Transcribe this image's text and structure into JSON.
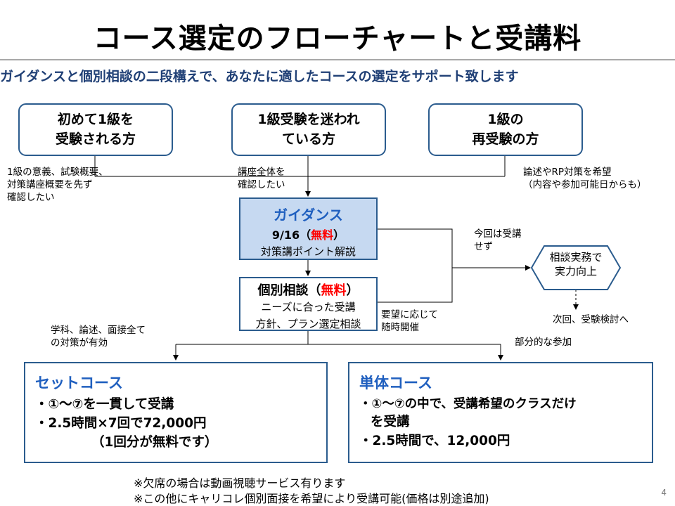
{
  "title": "コース選定のフローチャートと受講料",
  "subtitle": "ガイダンスと個別相談の二段構えで、あなたに適したコースの選定をサポート致します",
  "top_boxes": [
    {
      "line1": "初めて1級を",
      "line2": "受験される方"
    },
    {
      "line1": "1級受験を迷われ",
      "line2": "ている方"
    },
    {
      "line1": "1級の",
      "line2": "再受験の方"
    }
  ],
  "notes": {
    "left": [
      "1級の意義、試験概要、",
      "対策講座概要を先ず",
      "確認したい"
    ],
    "center": [
      "講座全体を",
      "確認したい"
    ],
    "right": [
      "論述やRP対策を希望",
      "（内容や参加可能日からも）"
    ],
    "skip": [
      "今回は受講",
      "せず"
    ],
    "request": [
      "要望に応じて",
      "随時開催"
    ],
    "all_subjects": [
      "学科、論述、面接全て",
      "の対策が有効"
    ],
    "partial": "部分的な参加",
    "next_time": "次回、受験検討へ"
  },
  "guidance": {
    "title": "ガイダンス",
    "date": "9/16",
    "open_paren": "（",
    "free": "無料",
    "close_paren": "）",
    "desc": "対策講ポイント解説"
  },
  "consult": {
    "title": "個別相談",
    "open_paren": "（",
    "free": "無料",
    "close_paren": "）",
    "desc1": "ニーズに合った受講",
    "desc2": "方針、プラン選定相談"
  },
  "practice": {
    "line1": "相談実務で",
    "line2": "実力向上"
  },
  "set_course": {
    "title": "セットコース",
    "lines": [
      "・①～⑦を一貫して受講",
      "・2.5時間×7回で72,000円",
      "（1回分が無料です）"
    ]
  },
  "single_course": {
    "title": "単体コース",
    "lines": [
      "・①～⑦の中で、受講希望のクラスだけ",
      "を受講",
      "・2.5時間で、12,000円"
    ]
  },
  "footnotes": [
    "※欠席の場合は動画視聴サービス有ります",
    "※この他にキャリコレ個別面接を希望により受講可能(価格は別途追加)"
  ],
  "page_number": "4",
  "colors": {
    "box_border": "#2b5c8e",
    "guidance_fill": "#c6d9f1",
    "accent_blue": "#1f5fbf",
    "subtitle": "#1f3f75",
    "free_red": "#ff0000"
  }
}
